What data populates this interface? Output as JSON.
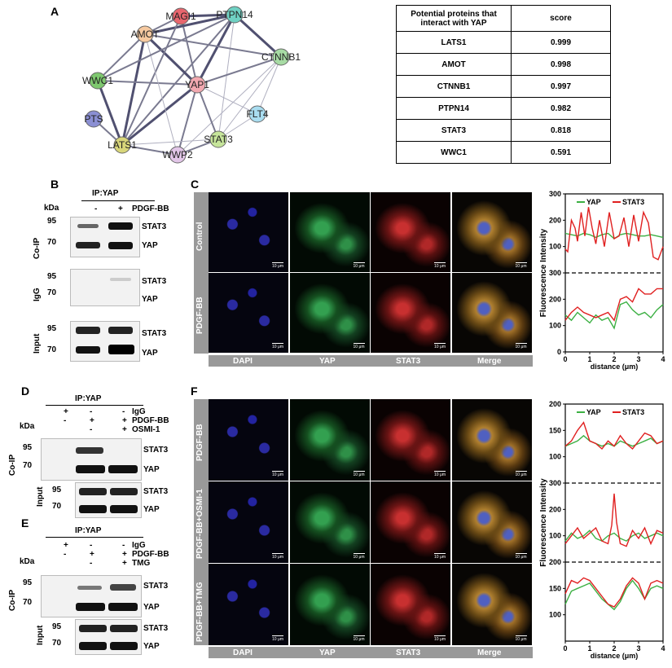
{
  "panels": {
    "A": {
      "label": "A",
      "network": {
        "nodes": [
          {
            "name": "MAGI1",
            "color": "#e8666e"
          },
          {
            "name": "PTPN14",
            "color": "#6fd1c3"
          },
          {
            "name": "AMOT",
            "color": "#f6c9a0"
          },
          {
            "name": "CTNNB1",
            "color": "#a7dba4"
          },
          {
            "name": "WWC1",
            "color": "#7ec86f"
          },
          {
            "name": "YAP1",
            "color": "#f2a8b0"
          },
          {
            "name": "PTS",
            "color": "#8b8fd3"
          },
          {
            "name": "FLT4",
            "color": "#a9ddf0"
          },
          {
            "name": "LATS1",
            "color": "#d8d67a"
          },
          {
            "name": "STAT3",
            "color": "#c6e59a"
          },
          {
            "name": "WWP2",
            "color": "#e2c6e8"
          }
        ]
      },
      "table": {
        "headers": [
          "Potential proteins that interact with YAP",
          "score"
        ],
        "rows": [
          [
            "LATS1",
            "0.999"
          ],
          [
            "AMOT",
            "0.998"
          ],
          [
            "CTNNB1",
            "0.997"
          ],
          [
            "PTPN14",
            "0.982"
          ],
          [
            "STAT3",
            "0.818"
          ],
          [
            "WWC1",
            "0.591"
          ]
        ]
      }
    },
    "B": {
      "label": "B",
      "ip": "IP:YAP",
      "kda": "kDa",
      "treat": "PDGF-BB",
      "lanes": [
        "-",
        "+"
      ],
      "groups": [
        "Co-IP",
        "IgG",
        "Input"
      ],
      "bands": [
        "STAT3",
        "YAP"
      ],
      "markers": [
        "95",
        "70"
      ]
    },
    "C": {
      "label": "C",
      "rows": [
        "Control",
        "PDGF-BB"
      ],
      "cols": [
        "DAPI",
        "YAP",
        "STAT3",
        "Merge"
      ],
      "scale": "10 μm",
      "legend": [
        "YAP",
        "STAT3"
      ],
      "ylabel": "Fluorescence Intensity",
      "xlabel": "distance (μm)"
    },
    "D": {
      "label": "D",
      "ip": "IP:YAP",
      "kda": "kDa",
      "treat": [
        "IgG",
        "PDGF-BB",
        "OSMI-1"
      ],
      "signs": [
        [
          "+",
          "-",
          "-"
        ],
        [
          "-",
          "+",
          "+"
        ],
        [
          "",
          "-",
          "+"
        ]
      ],
      "groups": [
        "Co-IP",
        "Input"
      ],
      "bands": [
        "STAT3",
        "YAP"
      ],
      "markers": [
        "95",
        "70"
      ]
    },
    "E": {
      "label": "E",
      "ip": "IP:YAP",
      "kda": "kDa",
      "treat": [
        "IgG",
        "PDGF-BB",
        "TMG"
      ],
      "signs": [
        [
          "+",
          "-",
          "-"
        ],
        [
          "-",
          "+",
          "+"
        ],
        [
          "",
          "-",
          "+"
        ]
      ],
      "groups": [
        "Co-IP",
        "Input"
      ],
      "bands": [
        "STAT3",
        "YAP"
      ],
      "markers": [
        "95",
        "70"
      ]
    },
    "F": {
      "label": "F",
      "rows": [
        "PDGF-BB",
        "PDGF-BB+OSMI-1",
        "PDGF-BB+TMG"
      ],
      "cols": [
        "DAPI",
        "YAP",
        "STAT3",
        "Merge"
      ],
      "scale": "10 μm",
      "legend": [
        "YAP",
        "STAT3"
      ],
      "ylabel": "Fluorescence Intensity",
      "xlabel": "distance (μm)"
    }
  },
  "colors": {
    "yap": "#3cb043",
    "stat3": "#e02020"
  },
  "chart_data": [
    {
      "type": "line",
      "panel": "C",
      "ylabel": "Fluorescence Intensity",
      "xlabel": "distance (μm)",
      "xlim": [
        0,
        4
      ],
      "subplots": [
        {
          "ylim": [
            0,
            300
          ],
          "yticks": [
            0,
            100,
            200,
            300
          ],
          "series": [
            {
              "name": "YAP",
              "x": [
                0,
                0.25,
                0.5,
                0.75,
                1,
                1.25,
                1.5,
                1.75,
                2,
                2.25,
                2.5,
                2.75,
                3,
                3.25,
                3.5,
                3.75,
                4
              ],
              "values": [
                150,
                145,
                140,
                150,
                145,
                135,
                145,
                150,
                130,
                145,
                150,
                145,
                140,
                140,
                145,
                140,
                135
              ]
            },
            {
              "name": "STAT3",
              "x": [
                0,
                0.1,
                0.25,
                0.4,
                0.5,
                0.65,
                0.8,
                0.95,
                1.1,
                1.25,
                1.4,
                1.6,
                1.8,
                2,
                2.2,
                2.4,
                2.6,
                2.8,
                3,
                3.2,
                3.4,
                3.6,
                3.8,
                4
              ],
              "values": [
                90,
                80,
                200,
                170,
                120,
                230,
                140,
                250,
                170,
                110,
                200,
                100,
                230,
                130,
                140,
                210,
                100,
                220,
                120,
                230,
                190,
                60,
                50,
                100
              ]
            }
          ]
        },
        {
          "ylim": [
            0,
            300
          ],
          "yticks": [
            0,
            100,
            200,
            300
          ],
          "series": [
            {
              "name": "YAP",
              "x": [
                0,
                0.25,
                0.5,
                0.75,
                1,
                1.25,
                1.5,
                1.75,
                2,
                2.25,
                2.5,
                2.75,
                3,
                3.25,
                3.5,
                3.75,
                4
              ],
              "values": [
                140,
                120,
                150,
                130,
                110,
                140,
                120,
                130,
                90,
                180,
                190,
                160,
                140,
                150,
                130,
                160,
                180
              ]
            },
            {
              "name": "STAT3",
              "x": [
                0,
                0.25,
                0.5,
                0.75,
                1,
                1.25,
                1.5,
                1.75,
                2,
                2.25,
                2.5,
                2.75,
                3,
                3.25,
                3.5,
                3.75,
                4
              ],
              "values": [
                120,
                150,
                170,
                150,
                140,
                130,
                140,
                150,
                120,
                200,
                210,
                190,
                240,
                220,
                220,
                240,
                240
              ]
            }
          ]
        }
      ]
    },
    {
      "type": "line",
      "panel": "F",
      "ylabel": "Fluorescence Intensity",
      "xlabel": "distance (μm)",
      "xlim": [
        0,
        4
      ],
      "subplots": [
        {
          "ylim": [
            50,
            200
          ],
          "yticks": [
            100,
            150,
            200
          ],
          "series": [
            {
              "name": "YAP",
              "x": [
                0,
                0.25,
                0.5,
                0.75,
                1,
                1.25,
                1.5,
                1.75,
                2,
                2.25,
                2.5,
                2.75,
                3,
                3.25,
                3.5,
                3.75,
                4
              ],
              "values": [
                120,
                125,
                130,
                140,
                130,
                125,
                120,
                125,
                120,
                130,
                125,
                120,
                125,
                130,
                135,
                125,
                130
              ]
            },
            {
              "name": "STAT3",
              "x": [
                0,
                0.25,
                0.5,
                0.75,
                1,
                1.25,
                1.5,
                1.75,
                2,
                2.25,
                2.5,
                2.75,
                3,
                3.25,
                3.5,
                3.75,
                4
              ],
              "values": [
                120,
                130,
                150,
                165,
                130,
                125,
                115,
                130,
                120,
                140,
                125,
                115,
                130,
                145,
                140,
                125,
                130
              ]
            }
          ]
        },
        {
          "ylim": [
            0,
            300
          ],
          "yticks": [
            0,
            100,
            200,
            300
          ],
          "series": [
            {
              "name": "YAP",
              "x": [
                0,
                0.25,
                0.5,
                0.75,
                1,
                1.25,
                1.5,
                1.75,
                2,
                2.25,
                2.5,
                2.75,
                3,
                3.25,
                3.5,
                3.75,
                4
              ],
              "values": [
                80,
                110,
                90,
                100,
                120,
                90,
                80,
                100,
                110,
                90,
                80,
                100,
                110,
                90,
                100,
                110,
                100
              ]
            },
            {
              "name": "STAT3",
              "x": [
                0,
                0.25,
                0.5,
                0.75,
                1,
                1.25,
                1.5,
                1.75,
                1.9,
                2,
                2.1,
                2.25,
                2.5,
                2.75,
                3,
                3.25,
                3.5,
                3.75,
                4
              ],
              "values": [
                70,
                100,
                130,
                90,
                110,
                130,
                80,
                70,
                140,
                260,
                150,
                70,
                60,
                120,
                90,
                130,
                70,
                120,
                110
              ]
            }
          ]
        },
        {
          "ylim": [
            50,
            200
          ],
          "yticks": [
            100,
            150,
            200
          ],
          "series": [
            {
              "name": "YAP",
              "x": [
                0,
                0.25,
                0.5,
                0.75,
                1,
                1.25,
                1.5,
                1.75,
                2,
                2.25,
                2.5,
                2.75,
                3,
                3.25,
                3.5,
                3.75,
                4
              ],
              "values": [
                120,
                145,
                150,
                155,
                160,
                145,
                130,
                120,
                110,
                125,
                150,
                165,
                150,
                130,
                150,
                155,
                150
              ]
            },
            {
              "name": "STAT3",
              "x": [
                0,
                0.25,
                0.5,
                0.75,
                1,
                1.25,
                1.5,
                1.75,
                2,
                2.25,
                2.5,
                2.75,
                3,
                3.25,
                3.5,
                3.75,
                4
              ],
              "values": [
                140,
                165,
                160,
                170,
                165,
                150,
                135,
                120,
                115,
                130,
                155,
                170,
                160,
                130,
                160,
                165,
                160
              ]
            }
          ]
        }
      ]
    }
  ]
}
